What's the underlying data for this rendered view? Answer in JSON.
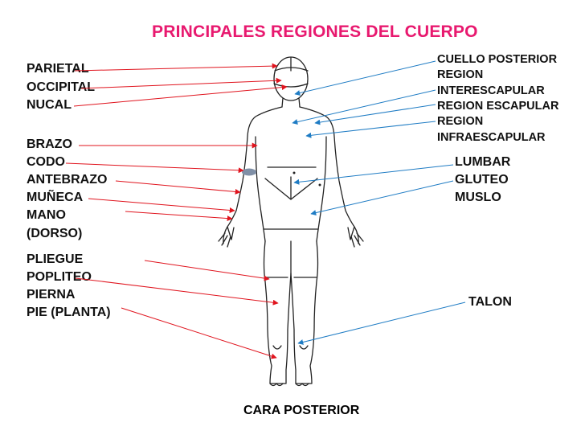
{
  "title": "PRINCIPALES REGIONES DEL CUERPO",
  "caption": "CARA POSTERIOR",
  "colors": {
    "title": "#e8196f",
    "left_arrows": "#e0141e",
    "right_arrows": "#1f7cc4",
    "marker": "#7f8fa6"
  },
  "left_labels": [
    "PARIETAL",
    "OCCIPITAL",
    "NUCAL",
    "BRAZO",
    "CODO",
    "ANTEBRAZO",
    "MUÑECA",
    "MANO",
    "(DORSO)",
    "PLIEGUE",
    "POPLITEO",
    "PIERNA",
    "PIE (PLANTA)"
  ],
  "right_labels": [
    "CUELLO POSTERIOR",
    "REGION",
    "INTERESCAPULAR",
    "REGION ESCAPULAR",
    "REGION",
    "INFRAESCAPULAR",
    "LUMBAR",
    "GLUTEO",
    "MUSLO",
    "TALON"
  ]
}
